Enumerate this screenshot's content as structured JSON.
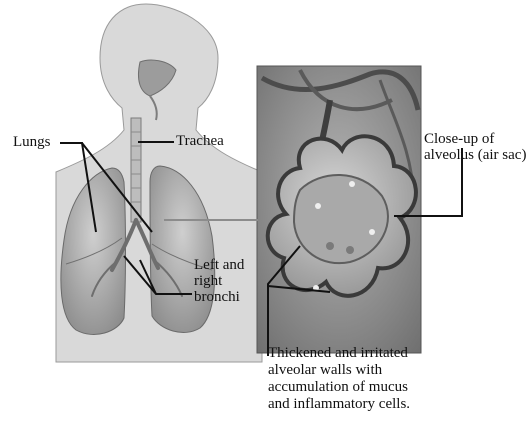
{
  "labels": {
    "lungs": "Lungs",
    "trachea": "Trachea",
    "alveolus": [
      "Close-up of",
      "alveolus (air sac)"
    ],
    "bronchi": [
      "Left and",
      "right",
      "bronchi"
    ],
    "walls": [
      "Thickened and irritated",
      "alveolar walls with",
      "accumulation of mucus",
      "and inflammatory cells."
    ]
  },
  "colors": {
    "body_fill": "#d6d6d6",
    "lung_fill": "#b9b9b9",
    "closeup_bg": "#8f8f8f",
    "ink": "#111111"
  }
}
